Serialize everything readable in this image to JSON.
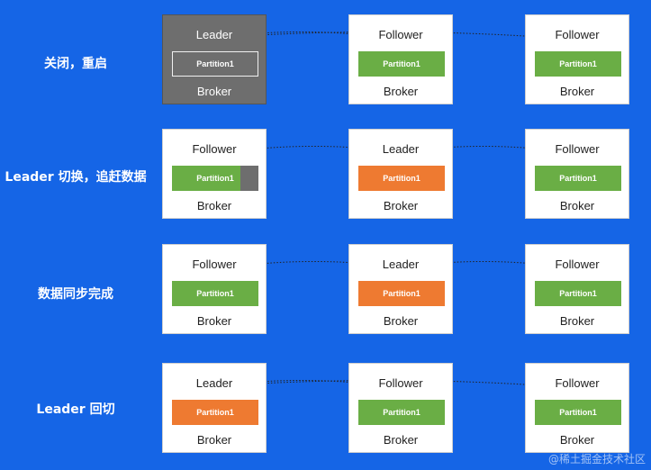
{
  "rows": [
    {
      "label": "关闭，重启",
      "brokers": [
        {
          "role": "Leader",
          "partition": "Partition1",
          "name": "Broker",
          "state": "down",
          "partition_style": "outline"
        },
        {
          "role": "Follower",
          "partition": "Partition1",
          "name": "Broker",
          "state": "up",
          "partition_style": "green"
        },
        {
          "role": "Follower",
          "partition": "Partition1",
          "name": "Broker",
          "state": "up",
          "partition_style": "green"
        }
      ]
    },
    {
      "label": "Leader 切换，追赶数据",
      "brokers": [
        {
          "role": "Follower",
          "partition": "Partition1",
          "name": "Broker",
          "state": "up",
          "partition_style": "green-lagging"
        },
        {
          "role": "Leader",
          "partition": "Partition1",
          "name": "Broker",
          "state": "up",
          "partition_style": "orange"
        },
        {
          "role": "Follower",
          "partition": "Partition1",
          "name": "Broker",
          "state": "up",
          "partition_style": "green"
        }
      ]
    },
    {
      "label": "数据同步完成",
      "brokers": [
        {
          "role": "Follower",
          "partition": "Partition1",
          "name": "Broker",
          "state": "up",
          "partition_style": "green"
        },
        {
          "role": "Leader",
          "partition": "Partition1",
          "name": "Broker",
          "state": "up",
          "partition_style": "orange"
        },
        {
          "role": "Follower",
          "partition": "Partition1",
          "name": "Broker",
          "state": "up",
          "partition_style": "green"
        }
      ]
    },
    {
      "label": "Leader 回切",
      "brokers": [
        {
          "role": "Leader",
          "partition": "Partition1",
          "name": "Broker",
          "state": "up",
          "partition_style": "orange"
        },
        {
          "role": "Follower",
          "partition": "Partition1",
          "name": "Broker",
          "state": "up",
          "partition_style": "green"
        },
        {
          "role": "Follower",
          "partition": "Partition1",
          "name": "Broker",
          "state": "up",
          "partition_style": "green"
        }
      ]
    }
  ],
  "watermark": "@稀土掘金技术社区",
  "colors": {
    "background": "#1565e6",
    "leader_partition": "#ee7a31",
    "follower_partition": "#6aae45",
    "down_broker": "#6e6e6e"
  }
}
